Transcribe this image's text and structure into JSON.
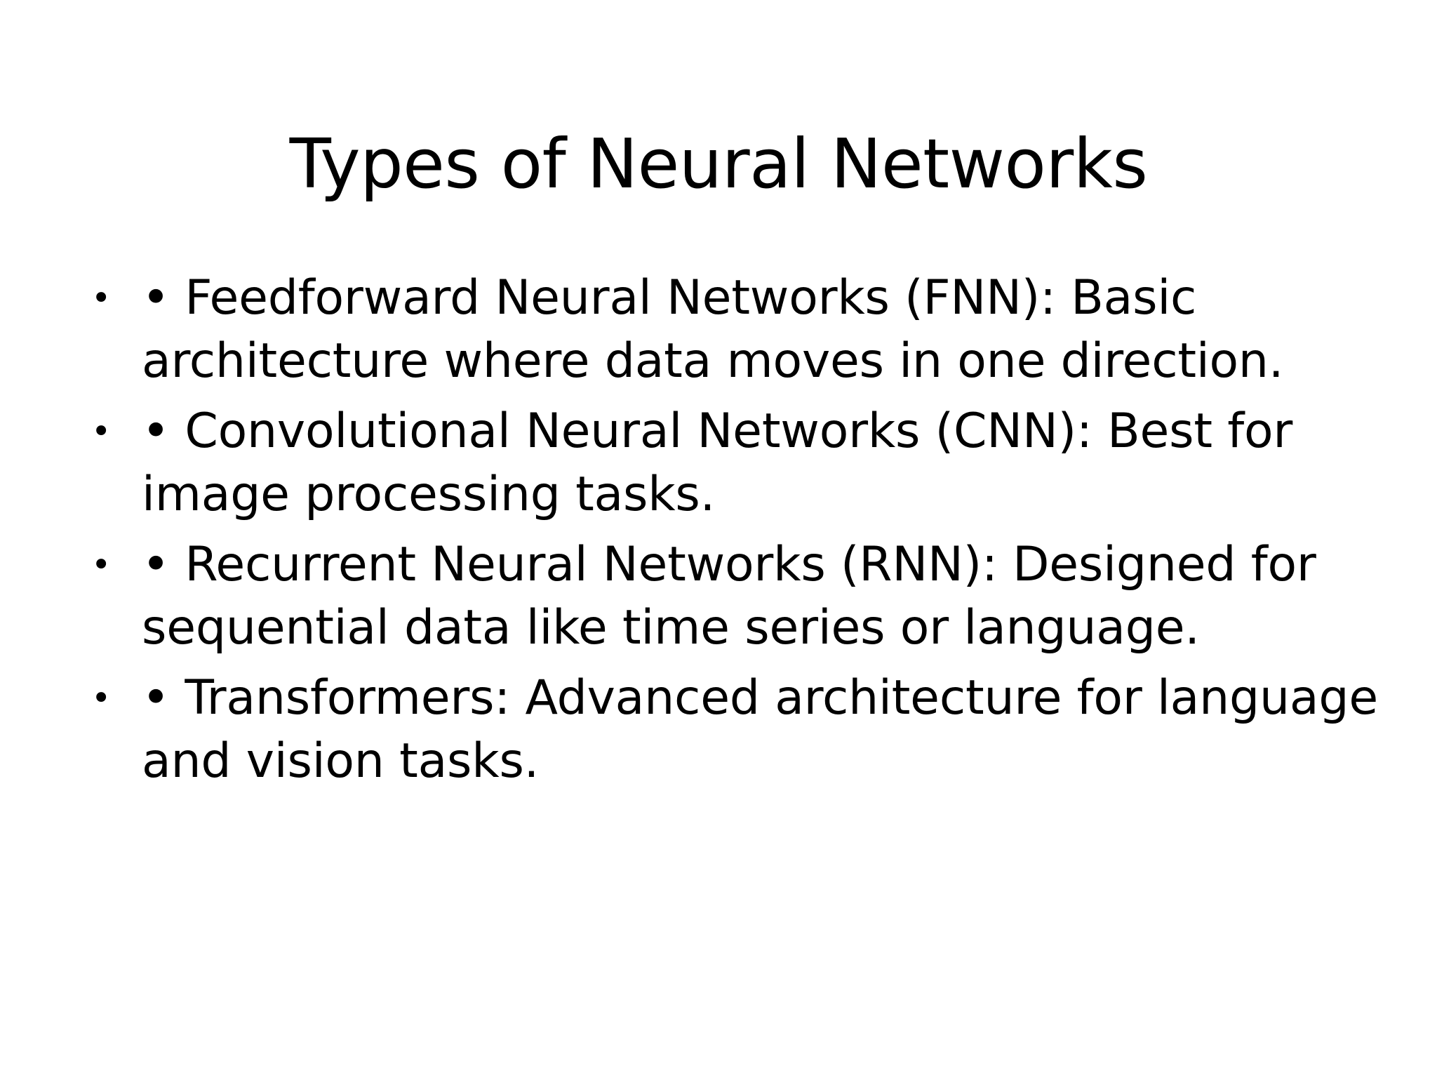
{
  "slide": {
    "background_color": "#ffffff",
    "text_color": "#000000",
    "title": "Types of Neural Networks",
    "list_marker": "•",
    "bullets": [
      {
        "marker": "•",
        "text": "• Feedforward Neural Networks (FNN): Basic architecture where data moves in one direction."
      },
      {
        "marker": "•",
        "text": "• Convolutional Neural Networks (CNN): Best for image processing tasks."
      },
      {
        "marker": "•",
        "text": "• Recurrent Neural Networks (RNN): Designed for sequential data like time series or language."
      },
      {
        "marker": "•",
        "text": "• Transformers: Advanced architecture for language and vision tasks."
      }
    ]
  }
}
